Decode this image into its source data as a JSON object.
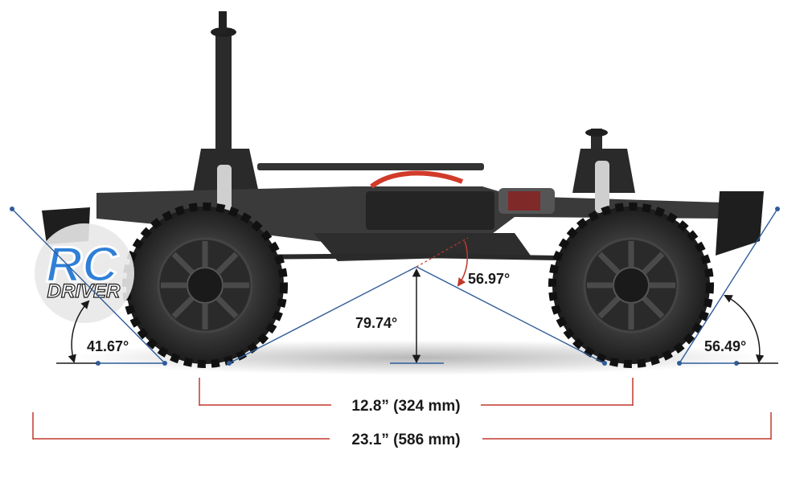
{
  "logo": {
    "top": "RC",
    "bottom": "DRIVER"
  },
  "measurements": {
    "approach_angle": "41.67°",
    "breakover_angle": "79.74°",
    "breakover_side_angle": "56.97°",
    "departure_angle": "56.49°",
    "wheelbase": "12.8” (324 mm)",
    "overall_length": "23.1” (586 mm)"
  },
  "colors": {
    "dimension_line": "#c0392b",
    "angle_line": "#2e5c9a",
    "text": "#1a1a1a",
    "logo_blue": "#2f7fd6"
  }
}
